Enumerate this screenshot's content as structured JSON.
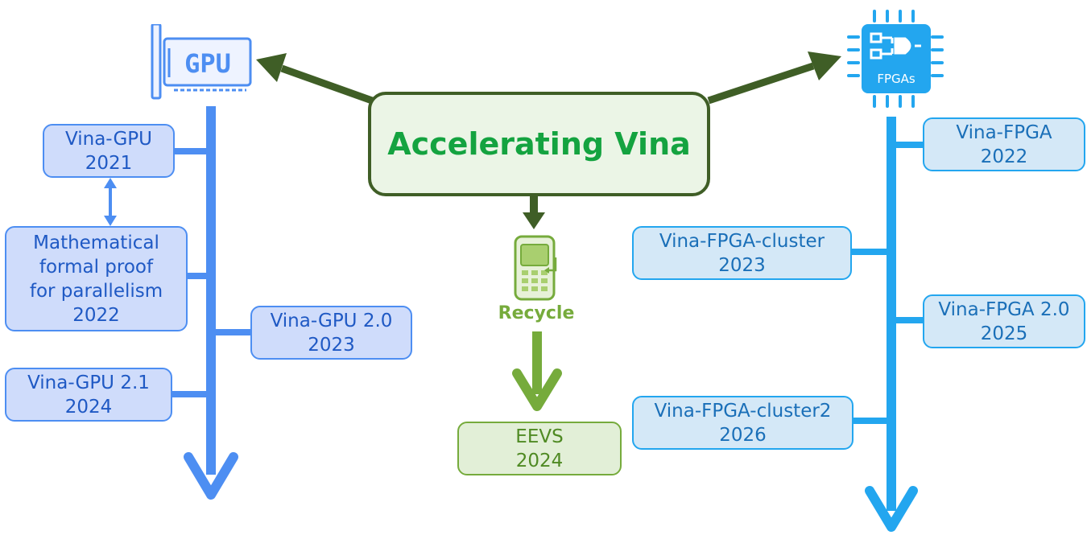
{
  "center": {
    "title": "Accelerating Vina"
  },
  "gpu": {
    "icon": "gpu-card-icon",
    "icon_label": "GPU",
    "color": "#4d8ef2",
    "items": [
      {
        "name": "Vina-GPU",
        "year": "2021"
      },
      {
        "lines": [
          "Mathematical",
          "formal proof",
          "for parallelism"
        ],
        "year": "2022"
      },
      {
        "name": "Vina-GPU 2.0",
        "year": "2023"
      },
      {
        "name": "Vina-GPU 2.1",
        "year": "2024"
      }
    ]
  },
  "fpga": {
    "icon": "fpga-chip-icon",
    "icon_label": "FPGAs",
    "color": "#23a6ef",
    "items": [
      {
        "name": "Vina-FPGA",
        "year": "2022"
      },
      {
        "name": "Vina-FPGA-cluster",
        "year": "2023"
      },
      {
        "name": "Vina-FPGA 2.0",
        "year": "2025"
      },
      {
        "name": "Vina-FPGA-cluster2",
        "year": "2026"
      }
    ]
  },
  "recycle": {
    "icon": "recycle-phone-icon",
    "icon_label": "Recycle",
    "color": "#76ab3c",
    "item": {
      "name": "EEVS",
      "year": "2024"
    }
  },
  "colors": {
    "center_border": "#3f5e26",
    "center_text": "#14a340",
    "arrow_dark": "#3f5e26"
  }
}
